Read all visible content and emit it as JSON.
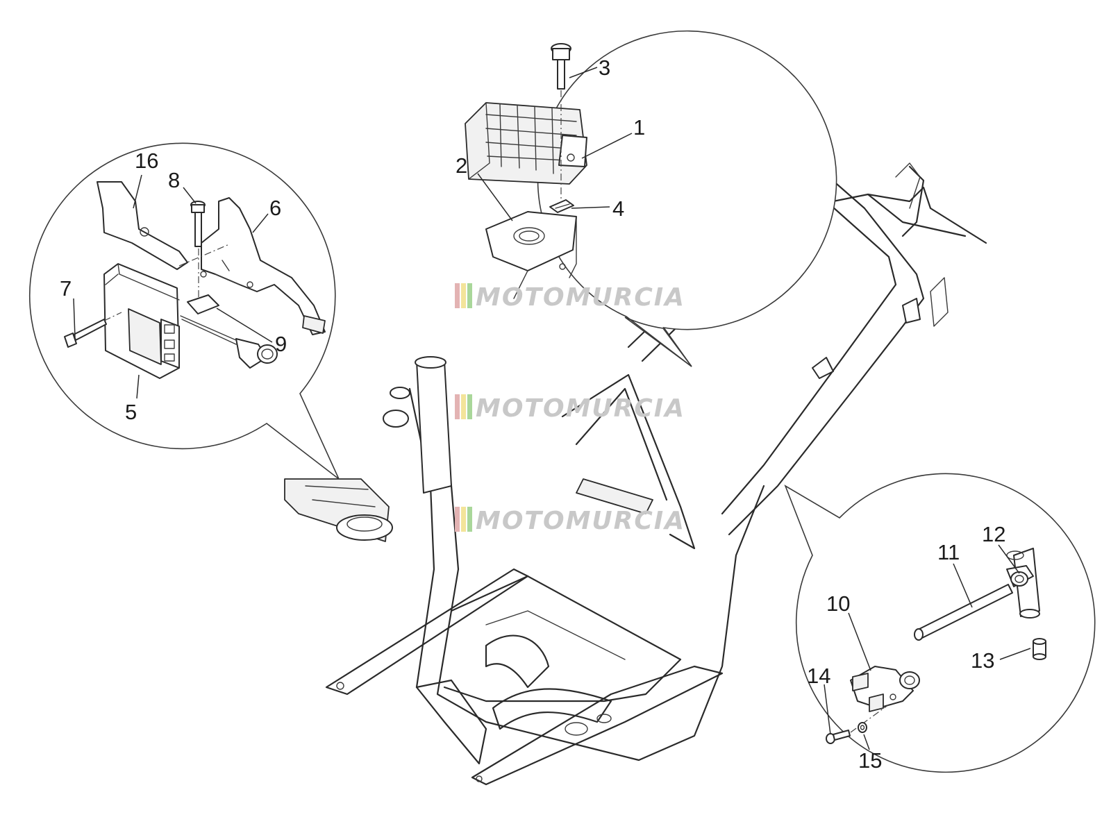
{
  "watermark": {
    "text": "MOTOMURCIA",
    "stripe_colors": [
      "#e3b3b3",
      "#f3e49a",
      "#a9d79a"
    ]
  },
  "callouts": [
    {
      "id": "1",
      "label": "1"
    },
    {
      "id": "2",
      "label": "2"
    },
    {
      "id": "3",
      "label": "3"
    },
    {
      "id": "4",
      "label": "4"
    },
    {
      "id": "5",
      "label": "5"
    },
    {
      "id": "6",
      "label": "6"
    },
    {
      "id": "7",
      "label": "7"
    },
    {
      "id": "8",
      "label": "8"
    },
    {
      "id": "9",
      "label": "9"
    },
    {
      "id": "10",
      "label": "10"
    },
    {
      "id": "11",
      "label": "11"
    },
    {
      "id": "12",
      "label": "12"
    },
    {
      "id": "13",
      "label": "13"
    },
    {
      "id": "14",
      "label": "14"
    },
    {
      "id": "15",
      "label": "15"
    },
    {
      "id": "16",
      "label": "16"
    }
  ]
}
